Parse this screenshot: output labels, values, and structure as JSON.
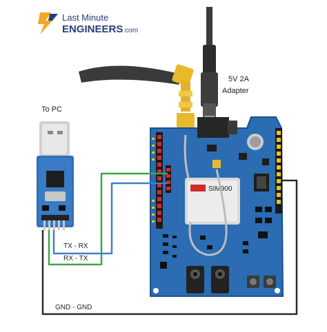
{
  "logo": {
    "line1": "Last Minute",
    "line2": "ENGINEERS",
    "suffix": ".com",
    "brand_color": "#2a3d7c",
    "bolt_color": "#f5a623"
  },
  "labels": {
    "to_pc": "To PC",
    "adapter_line1": "5V 2A",
    "adapter_line2": "Adapter",
    "tx_rx": "TX - RX",
    "rx_tx": "RX - TX",
    "gnd_gnd": "GND - GND"
  },
  "module": {
    "chip_label": "SIM900"
  },
  "colors": {
    "board_blue": "#2b6cb3",
    "usb_blue": "#2f6fb8",
    "wire_green": "#3aa845",
    "wire_blue": "#3f7fd0",
    "wire_black": "#2a2a2a",
    "header_red": "#d8282f",
    "header_yellow": "#f2c11a",
    "antenna_gold": "#e9b92c"
  }
}
